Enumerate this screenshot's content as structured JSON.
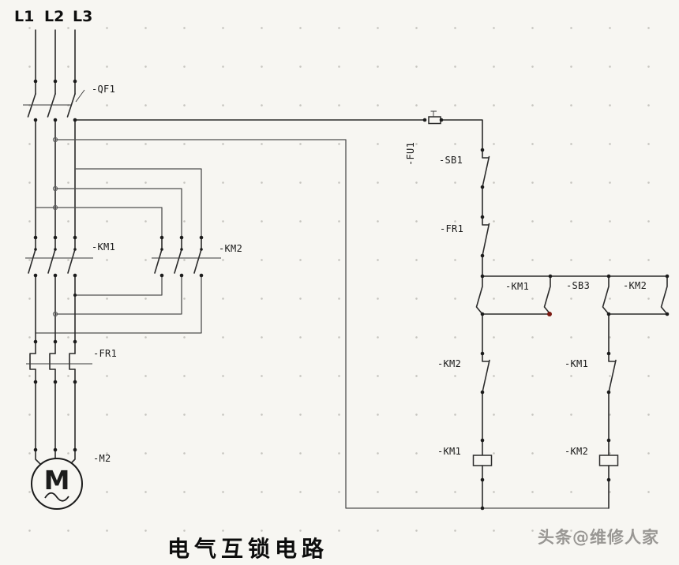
{
  "title": "电气互锁电路",
  "watermark": "头条@维修人家",
  "colors": {
    "background": "#f7f6f2",
    "wire": "#2b2b2b",
    "wire_light": "#4f4f4f",
    "label": "#1a1a1a",
    "red_junction": "#7b1a12",
    "watermark": "#8f8d8a"
  },
  "phase_labels": {
    "l1": "L1",
    "l2": "L2",
    "l3": "L3"
  },
  "labels": {
    "qf1": "-QF1",
    "km1_main": "-KM1",
    "km2_main": "-KM2",
    "fr1_main": "-FR1",
    "m2": "-M2",
    "motor_letter": "M",
    "fu1": "-FU1",
    "sb1": "-SB1",
    "fr1_ctrl": "-FR1",
    "km1_aux": "-KM1",
    "sb3": "-SB3",
    "km2_aux": "-KM2",
    "km2_interlock": "-KM2",
    "km1_interlock": "-KM1",
    "km1_coil": "-KM1",
    "km2_coil": "-KM2"
  }
}
